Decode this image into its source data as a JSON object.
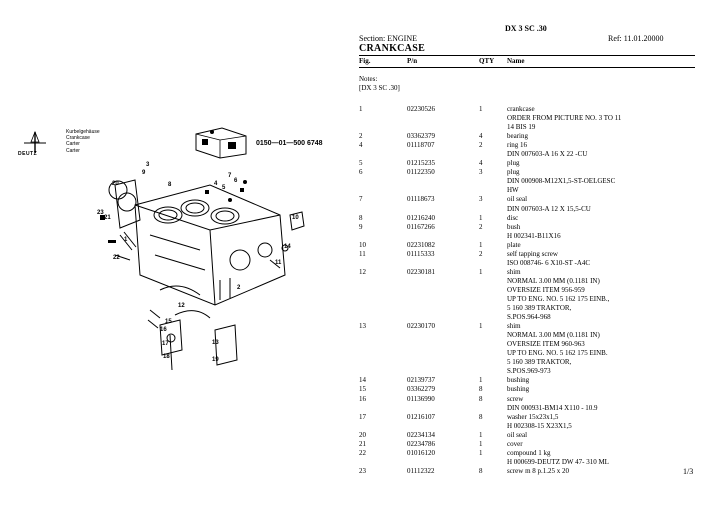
{
  "header": {
    "title": "DX 3 SC .30",
    "section": "Section: ENGINE",
    "ref": "Ref: 11.01.20000",
    "heading": "CRANKCASE"
  },
  "columns": {
    "fig": "Fig.",
    "pn": "P/n",
    "qty": "QTY",
    "name": "Name"
  },
  "notes": {
    "label": "Notes:",
    "text": "[DX 3 SC .30]"
  },
  "figure": {
    "logo_text": "DEUTZ",
    "names": [
      "Kurbelgehäuse",
      "Crankcase",
      "Carter",
      "Carter"
    ],
    "part_ref": "0150—01—500 6748",
    "callouts": [
      "1",
      "2",
      "3",
      "4",
      "5",
      "6",
      "7",
      "8",
      "9",
      "10",
      "11",
      "12",
      "13",
      "14",
      "15",
      "16",
      "17",
      "18",
      "19",
      "20",
      "21",
      "22",
      "23"
    ]
  },
  "rows": [
    [
      "1",
      "02230526",
      "1",
      "crankcase"
    ],
    [
      "",
      "",
      "",
      "ORDER FROM PICTURE NO. 3 TO 11"
    ],
    [
      "",
      "",
      "",
      "14 BIS 19"
    ],
    [
      "2",
      "03362379",
      "4",
      "bearing"
    ],
    [
      "4",
      "01118707",
      "2",
      "ring 16"
    ],
    [
      "",
      "",
      "",
      "DIN 007603-A 16 X 22 -CU"
    ],
    [
      "5",
      "01215235",
      "4",
      "plug"
    ],
    [
      "6",
      "01122350",
      "3",
      "plug"
    ],
    [
      "",
      "",
      "",
      "DIN 000908-M12X1,5-ST-OELGESC"
    ],
    [
      "",
      "",
      "",
      "HW"
    ],
    [
      "7",
      "01118673",
      "3",
      "oil seal"
    ],
    [
      "",
      "",
      "",
      "DIN 007603-A 12 X 15,5-CU"
    ],
    [
      "8",
      "01216240",
      "1",
      "disc"
    ],
    [
      "9",
      "01167266",
      "2",
      "bush"
    ],
    [
      "",
      "",
      "",
      "H 002341-B11X16"
    ],
    [
      "10",
      "02231082",
      "1",
      "plate"
    ],
    [
      "11",
      "01115333",
      "2",
      "self tapping screw"
    ],
    [
      "",
      "",
      "",
      "ISO 008746- 6 X10-ST -A4C"
    ],
    [
      "12",
      "02230181",
      "1",
      "shim"
    ],
    [
      "",
      "",
      "",
      "NORMAL 3.00 MM (0.1181 IN)"
    ],
    [
      "",
      "",
      "",
      "OVERSIZE ITEM 956-959"
    ],
    [
      "",
      "",
      "",
      "UP TO ENG. NO. 5 162 175 EINB.,"
    ],
    [
      "",
      "",
      "",
      "5 160 389 TRAKTOR,"
    ],
    [
      "",
      "",
      "",
      "S.POS.964-968"
    ],
    [
      "13",
      "02230170",
      "1",
      "shim"
    ],
    [
      "",
      "",
      "",
      "NORMAL 3.00 MM (0.1181 IN)"
    ],
    [
      "",
      "",
      "",
      "OVERSIZE ITEM 960-963"
    ],
    [
      "",
      "",
      "",
      "UP TO ENG. NO. 5 162 175 EINB."
    ],
    [
      "",
      "",
      "",
      "5 160 389 TRAKTOR,"
    ],
    [
      "",
      "",
      "",
      "S.POS.969-973"
    ],
    [
      "14",
      "02139737",
      "1",
      "bushing"
    ],
    [
      "15",
      "03362279",
      "8",
      "bushing"
    ],
    [
      "16",
      "01136990",
      "8",
      "screw"
    ],
    [
      "",
      "",
      "",
      "DIN 000931-BM14 X110 - 10.9"
    ],
    [
      "17",
      "01216107",
      "8",
      "washer 15x23x1,5"
    ],
    [
      "",
      "",
      "",
      "H 002308-15 X23X1,5"
    ],
    [
      "20",
      "02234134",
      "1",
      "oil seal"
    ],
    [
      "21",
      "02234786",
      "1",
      "cover"
    ],
    [
      "22",
      "01016120",
      "1",
      "compound 1 kg"
    ],
    [
      "",
      "",
      "",
      "H 000699-DEUTZ DW 47- 310 ML"
    ],
    [
      "23",
      "01112322",
      "8",
      "screw m 8 p.1.25 x 20"
    ]
  ],
  "page": "1/3"
}
